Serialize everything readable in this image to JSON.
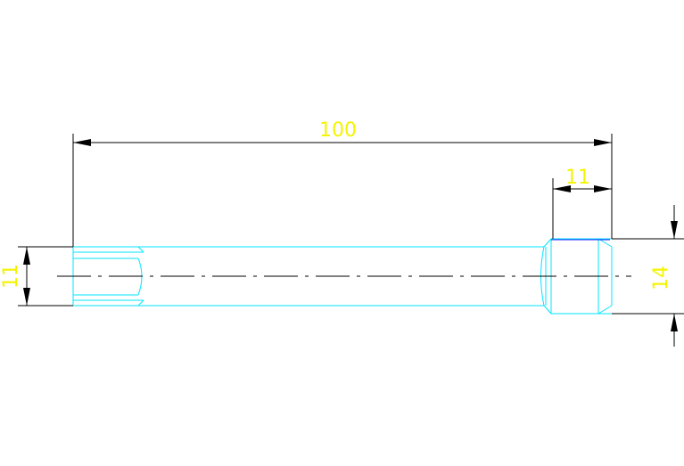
{
  "drawing": {
    "dimensions": {
      "overall_length": "100",
      "head_length": "11",
      "shank_diameter": "11",
      "head_diameter": "14"
    },
    "colors": {
      "background": "#ffffff",
      "part_outline": "#00e5ff",
      "hidden_edge": "#1a1aff",
      "dimension_line": "#000000",
      "dimension_text": "#f4f400"
    }
  }
}
